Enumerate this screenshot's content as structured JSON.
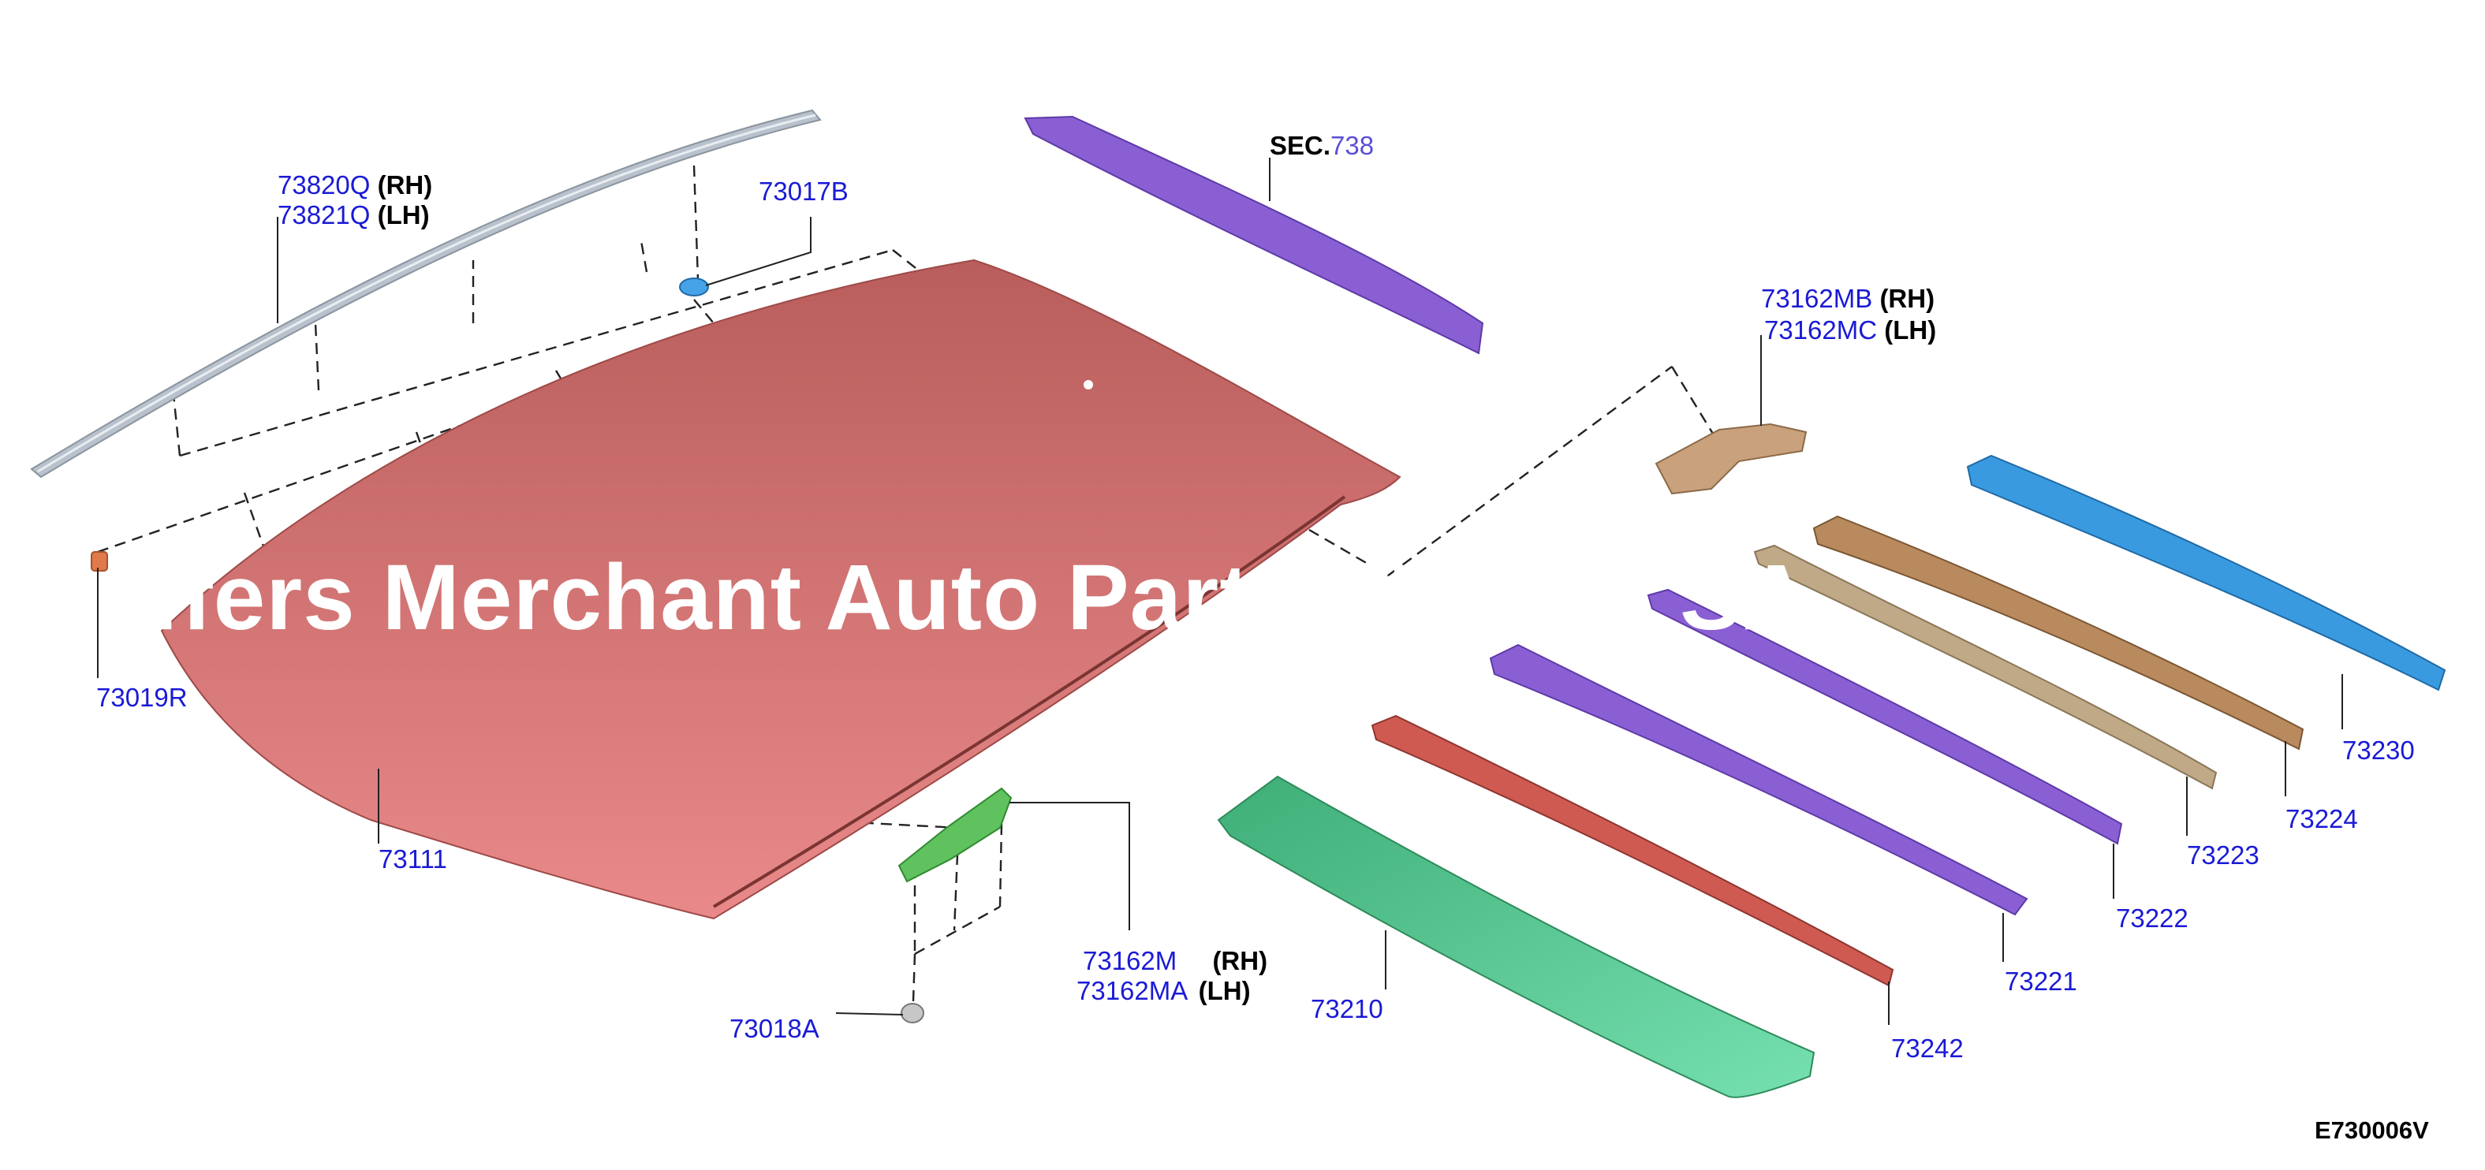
{
  "labels": {
    "p73820Q": "73820Q",
    "p73820Q_side": "(RH)",
    "p73821Q": "73821Q",
    "p73821Q_side": "(LH)",
    "p73017B": "73017B",
    "sec_prefix": "SEC.",
    "sec_num": "738",
    "p73162MB": "73162MB",
    "p73162MB_side": "(RH)",
    "p73162MC": "73162MC",
    "p73162MC_side": "(LH)",
    "p73019R": "73019R",
    "p73111": "73111",
    "p73162M": "73162M",
    "p73162M_side": "(RH)",
    "p73162MA": "73162MA",
    "p73162MA_side": "(LH)",
    "p73018A": "73018A",
    "p73210": "73210",
    "p73242": "73242",
    "p73221": "73221",
    "p73222": "73222",
    "p73223": "73223",
    "p73224": "73224",
    "p73230": "73230",
    "figure_code": "E730006V"
  },
  "watermark": "ffers Merchant Auto Parts STORE SA",
  "colors": {
    "part_number": "#1a1ad6",
    "roof_panel": "#c4615f",
    "roof_molding": "#b9c2cc",
    "purple_rail": "#8a5fd4",
    "red_rail": "#cf5a52",
    "green_rail": "#4fc48c",
    "tan_rail": "#bfa987",
    "brown_rail": "#b98a5e",
    "blue_rail": "#3a9ae0",
    "bracket_tan": "#c9a27d",
    "bracket_green": "#5fc25f",
    "clip_blue": "#47a3e8"
  }
}
